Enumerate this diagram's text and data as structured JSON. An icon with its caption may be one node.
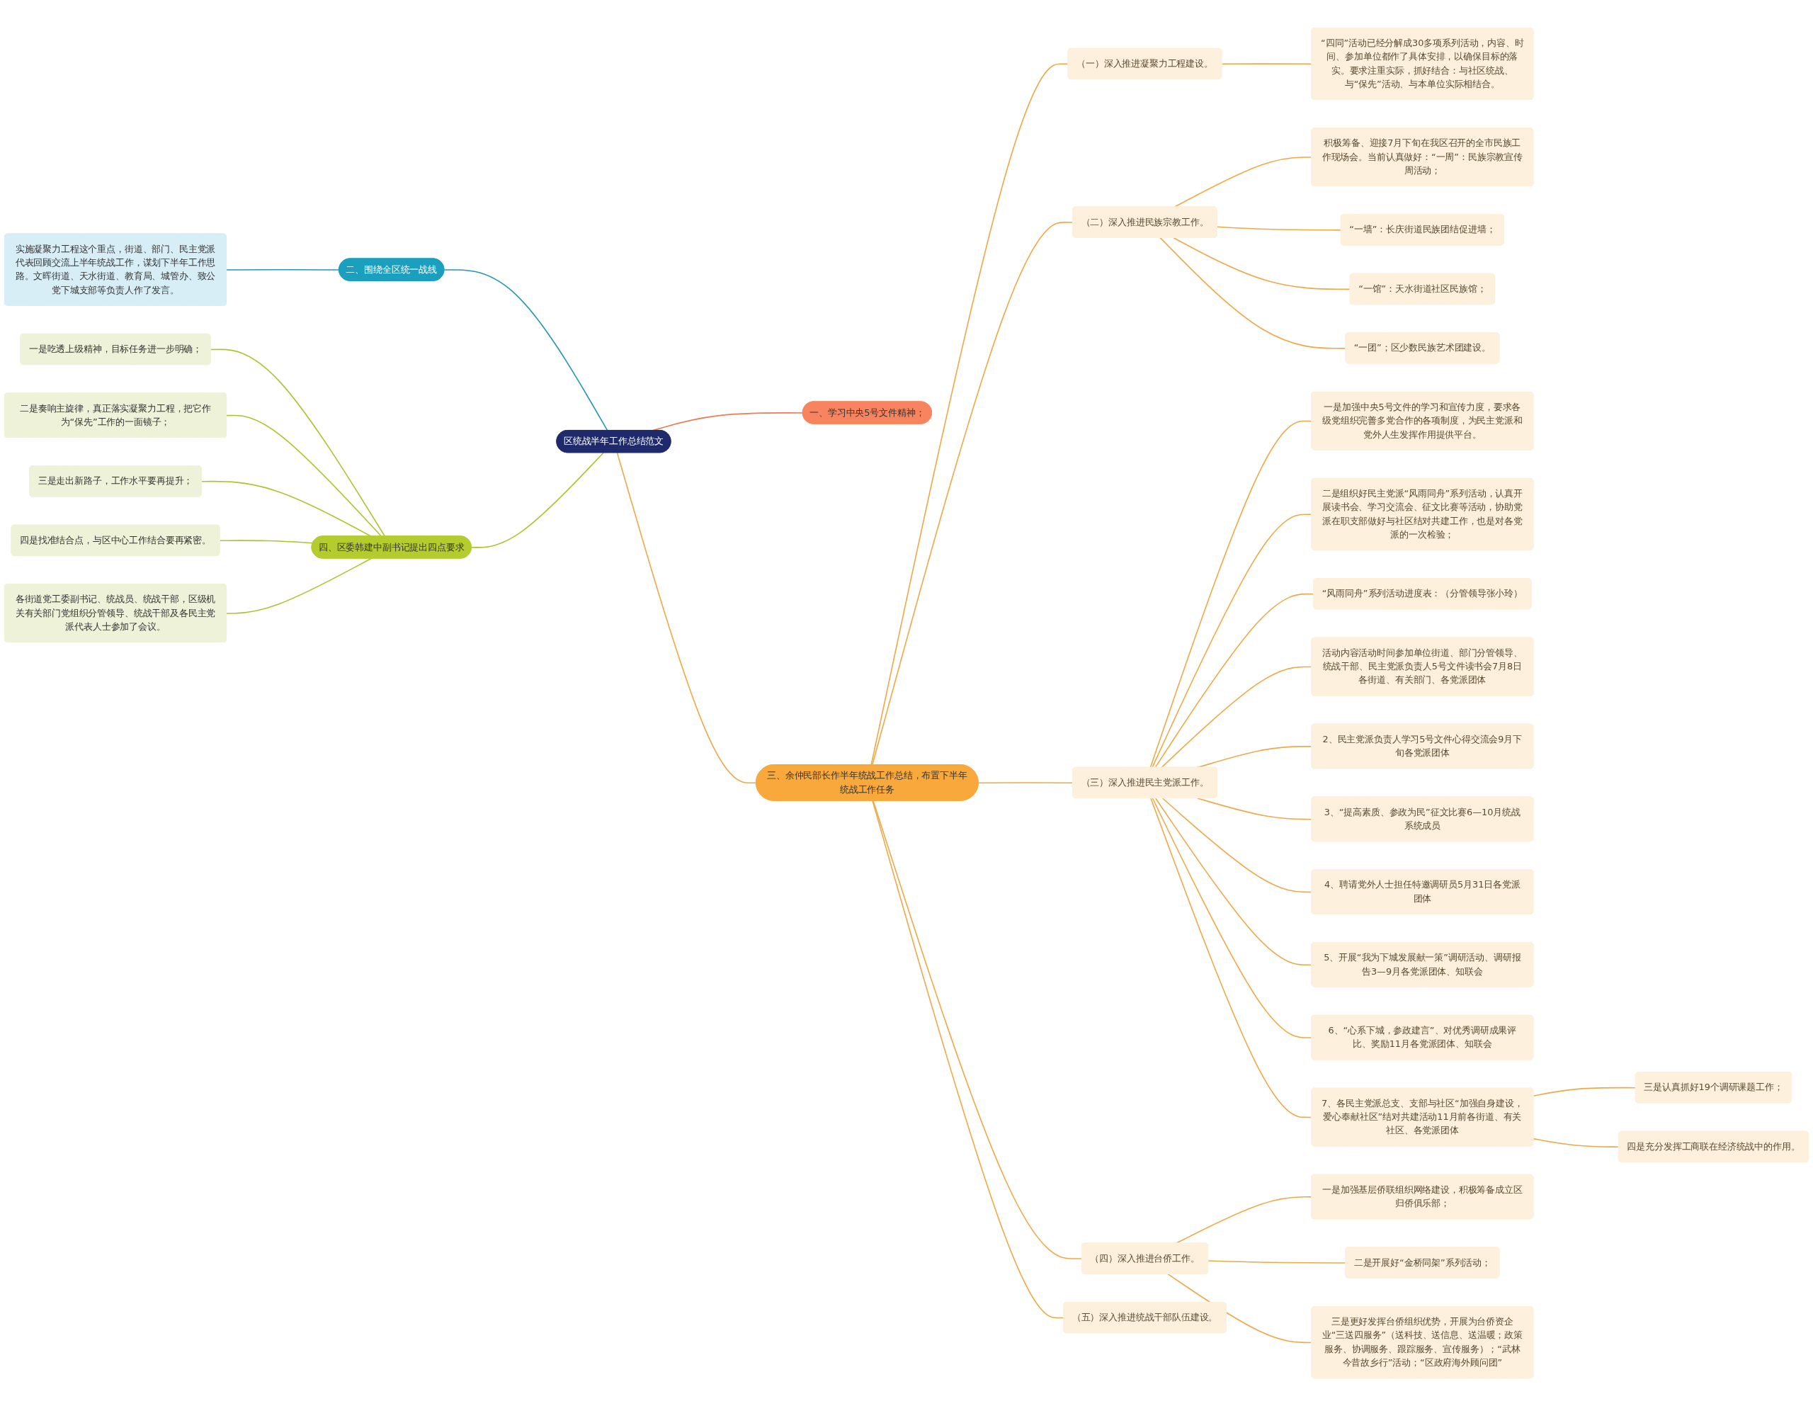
{
  "diagram": {
    "nodes": [
      {
        "text": [
          "区统战半年工作总结范文"
        ]
      },
      {
        "text": [
          "一、学习中央5号文件精神；"
        ]
      },
      {
        "text": [
          "二、围绕全区统一战线"
        ]
      },
      {
        "text": [
          "实施凝聚力工程这个重点，街道、部门、民主党派代表回顾交流上半年统战工作，谋划下半年工作思路。文晖街道、天水街道、教育局、城管办、致公党下城支部等负责人作了发言。"
        ]
      },
      {
        "text": [
          "三、余仲民部长作半年统战工作总结，布置下半年统战工作任务"
        ]
      },
      {
        "text": [
          "（一）深入推进凝聚力工程建设。"
        ]
      },
      {
        "text": [
          "“四同”活动已经分解成30多项系列活动，内容、时间、参加单位都作了具体安排，以确保目标的落实。要求注重实际，抓好结合：与社区统战、与“保先”活动、与本单位实际相结合。"
        ]
      },
      {
        "text": [
          "（二）深入推进民族宗教工作。"
        ]
      },
      {
        "text": [
          "积极筹备、迎接7月下旬在我区召开的全市民族工作现场会。当前认真做好：“一周”：民族宗教宣传周活动；"
        ]
      },
      {
        "text": [
          "“一墙”：长庆街道民族团结促进墙；"
        ]
      },
      {
        "text": [
          "“一馆”：天水街道社区民族馆；"
        ]
      },
      {
        "text": [
          "“一团”；区少数民族艺术团建设。"
        ]
      },
      {
        "text": [
          "（三）深入推进民主党派工作。"
        ]
      },
      {
        "text": [
          "一是加强中央5号文件的学习和宣传力度，要求各级党组织完善多党合作的各项制度，为民主党派和党外人生发挥作用提供平台。"
        ]
      },
      {
        "text": [
          "二是组织好民主党派“风雨同舟”系列活动，认真开展读书会、学习交流会、征文比赛等活动，协助党派在职支部做好与社区结对共建工作，也是对各党派的一次检验；"
        ]
      },
      {
        "text": [
          "“风雨同舟”系列活动进度表：（分管领导张小玲）"
        ]
      },
      {
        "text": [
          "活动内容活动时间参加单位街道、部门分管领导、统战干部、民主党派负责人5号文件读书会7月8日各街道、有关部门、各党派团体"
        ]
      },
      {
        "text": [
          "2、民主党派负责人学习5号文件心得交流会9月下旬各党派团体"
        ]
      },
      {
        "text": [
          "3、“提高素质、参政为民”征文比赛6—10月统战系统成员"
        ]
      },
      {
        "text": [
          "4、聘请党外人士担任特邀调研员5月31日各党派团体"
        ]
      },
      {
        "text": [
          "5、开展“我为下城发展献一策”调研活动、调研报告3—9月各党派团体、知联会"
        ]
      },
      {
        "text": [
          "6、“心系下城，参政建言”、对优秀调研成果评比、奖励11月各党派团体、知联会"
        ]
      },
      {
        "text": [
          "7、各民主党派总支、支部与社区“加强自身建设，爱心奉献社区”结对共建活动11月前各街道、有关社区、各党派团体"
        ]
      },
      {
        "text": [
          "三是认真抓好19个调研课题工作；"
        ]
      },
      {
        "text": [
          "四是充分发挥工商联在经济统战中的作用。"
        ]
      },
      {
        "text": [
          "（四）深入推进台侨工作。"
        ]
      },
      {
        "text": [
          "一是加强基层侨联组织网络建设，积极筹备成立区归侨俱乐部；"
        ]
      },
      {
        "text": [
          "二是开展好“金桥同架”系列活动；"
        ]
      },
      {
        "text": [
          "三是更好发挥台侨组织优势，开展为台侨资企业“三送四服务”（送科技、送信息、送温暖；政策服务、协调服务、跟踪服务、宣传服务）；“武林今昔故乡行”活动；“区政府海外顾问团”"
        ]
      },
      {
        "text": [
          "（五）深入推进统战干部队伍建设。"
        ]
      },
      {
        "text": [
          "四、区委韩建中副书记提出四点要求"
        ]
      },
      {
        "text": [
          "一是吃透上级精神，目标任务进一步明确；"
        ]
      },
      {
        "text": [
          "二是奏响主旋律，真正落实凝聚力工程，把它作为“保先”工作的一面镜子；"
        ]
      },
      {
        "text": [
          "三是走出新路子，工作水平要再提升；"
        ]
      },
      {
        "text": [
          "四是找准结合点，与区中心工作结合要再紧密。"
        ]
      },
      {
        "text": [
          "各街道党工委副书记、统战员、统战干部，区级机关有关部门党组织分管领导、统战干部及各民主党派代表人士参加了会议。"
        ]
      }
    ],
    "edges": [
      {
        "from": 0,
        "to": 1,
        "arrow": "none",
        "color": "#ef7a55"
      },
      {
        "from": 0,
        "to": 2,
        "arrow": "none",
        "color": "#2597b5"
      },
      {
        "from": 2,
        "to": 3,
        "arrow": "none",
        "color": "#2597b5"
      },
      {
        "from": 0,
        "to": 4,
        "arrow": "none"
      },
      {
        "from": 4,
        "to": 5,
        "arrow": "none"
      },
      {
        "from": 5,
        "to": 6,
        "arrow": "none"
      },
      {
        "from": 4,
        "to": 7,
        "arrow": "none"
      },
      {
        "from": 7,
        "to": 8,
        "arrow": "none"
      },
      {
        "from": 7,
        "to": 9,
        "arrow": "none"
      },
      {
        "from": 7,
        "to": 10,
        "arrow": "none"
      },
      {
        "from": 7,
        "to": 11,
        "arrow": "none"
      },
      {
        "from": 4,
        "to": 12,
        "arrow": "none"
      },
      {
        "from": 12,
        "to": 13,
        "arrow": "none"
      },
      {
        "from": 12,
        "to": 14,
        "arrow": "none"
      },
      {
        "from": 12,
        "to": 15,
        "arrow": "none"
      },
      {
        "from": 12,
        "to": 16,
        "arrow": "none"
      },
      {
        "from": 12,
        "to": 17,
        "arrow": "none"
      },
      {
        "from": 12,
        "to": 18,
        "arrow": "none"
      },
      {
        "from": 12,
        "to": 19,
        "arrow": "none"
      },
      {
        "from": 12,
        "to": 20,
        "arrow": "none"
      },
      {
        "from": 12,
        "to": 21,
        "arrow": "none"
      },
      {
        "from": 12,
        "to": 22,
        "arrow": "none"
      },
      {
        "from": 22,
        "to": 23,
        "arrow": "none"
      },
      {
        "from": 22,
        "to": 24,
        "arrow": "none"
      },
      {
        "from": 4,
        "to": 25,
        "arrow": "none"
      },
      {
        "from": 25,
        "to": 26,
        "arrow": "none"
      },
      {
        "from": 25,
        "to": 27,
        "arrow": "none"
      },
      {
        "from": 25,
        "to": 28,
        "arrow": "none"
      },
      {
        "from": 4,
        "to": 29,
        "arrow": "none"
      },
      {
        "from": 0,
        "to": 30,
        "arrow": "none",
        "color": "#a9c52c"
      },
      {
        "from": 30,
        "to": 31,
        "arrow": "none",
        "color": "#a9c52c"
      },
      {
        "from": 30,
        "to": 32,
        "arrow": "none",
        "color": "#a9c52c"
      },
      {
        "from": 30,
        "to": 33,
        "arrow": "none",
        "color": "#a9c52c"
      },
      {
        "from": 30,
        "to": 34,
        "arrow": "none",
        "color": "#a9c52c"
      },
      {
        "from": 30,
        "to": 35,
        "arrow": "none",
        "color": "#a9c52c"
      }
    ]
  }
}
